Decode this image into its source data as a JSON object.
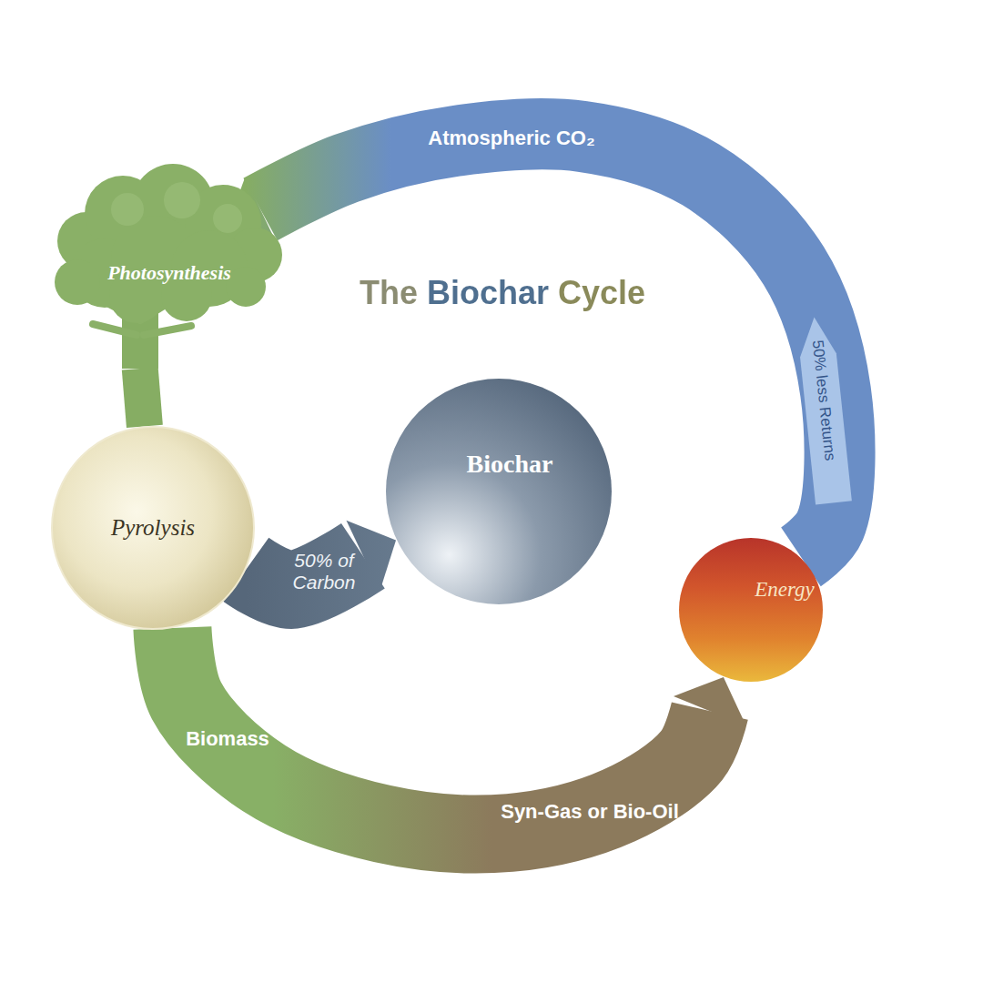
{
  "diagram": {
    "title": "The Biochar Cycle",
    "nodes": [
      {
        "text": [
          "Photosynthesis"
        ]
      },
      {
        "text": [
          "Pyrolysis"
        ]
      },
      {
        "text": [
          "Biochar"
        ]
      },
      {
        "text": [
          "Energy"
        ]
      }
    ],
    "edges": [
      {
        "from": 0,
        "to": 1,
        "arrow": "none"
      },
      {
        "from": 1,
        "to": 2,
        "label": "50% of Carbon",
        "arrow": "to"
      },
      {
        "from": 1,
        "to": 3,
        "label": "Syn-Gas or Bio-Oil",
        "arrow": "to"
      },
      {
        "from": 3,
        "to": 0,
        "label": "Atmospheric CO₂",
        "arrow": "to"
      }
    ],
    "labels": [
      "50% less Returns",
      "Biomass"
    ]
  }
}
